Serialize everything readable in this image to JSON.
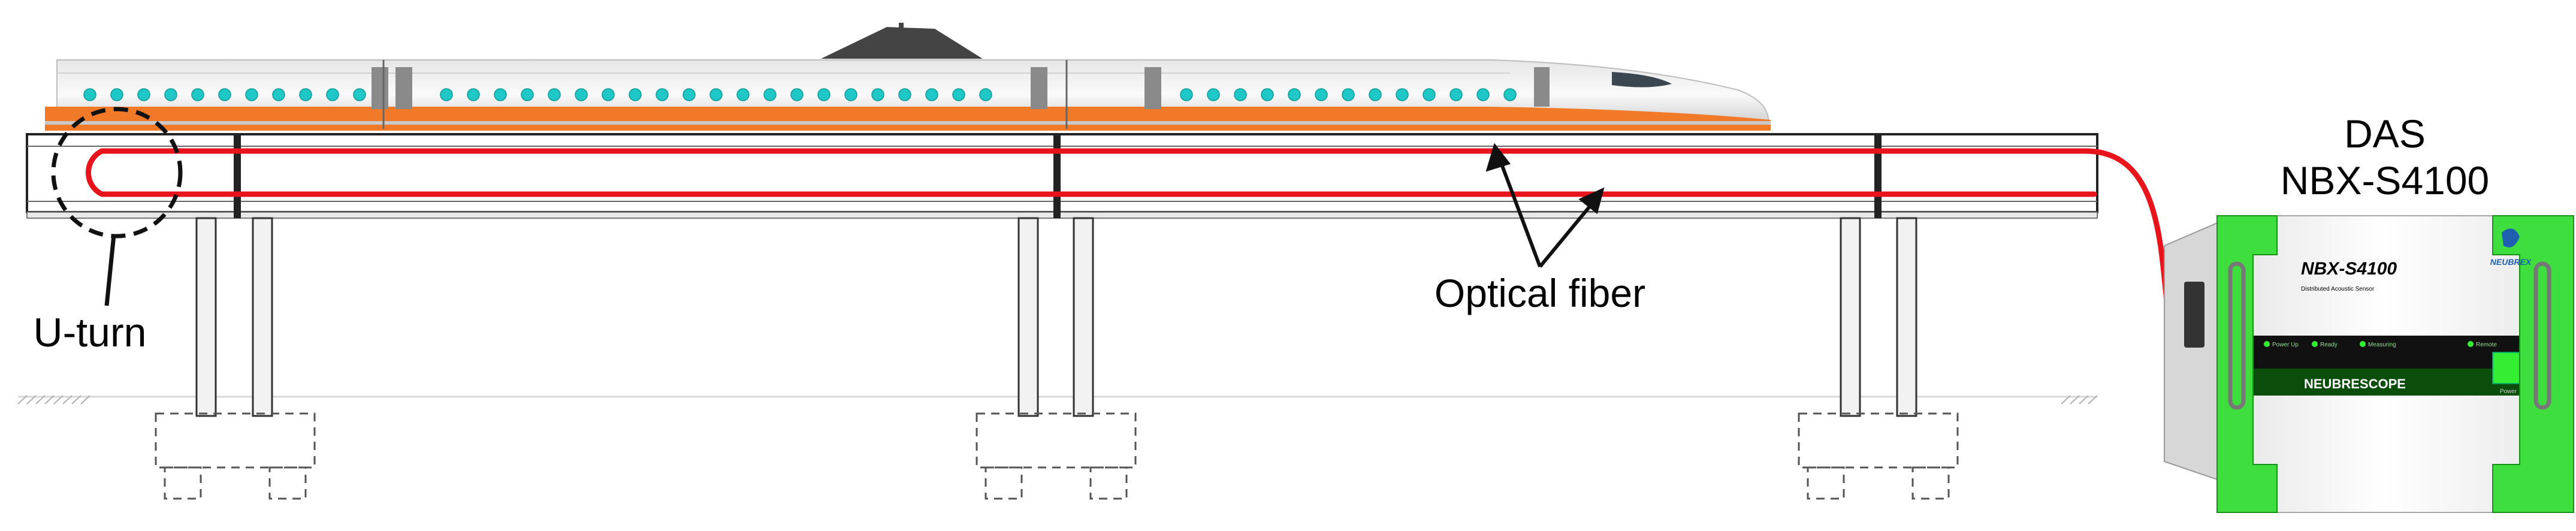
{
  "labels": {
    "uturn": "U-turn",
    "optical_fiber": "Optical fiber",
    "das_line1": "DAS",
    "das_line2": "NBX-S4100"
  },
  "device": {
    "model": "NBX-S4100",
    "subtitle": "Distributed Acoustic Sensor",
    "brand": "NEUBREX",
    "product_line": "NEUBRESCOPE",
    "indicators": [
      "Power Up",
      "Ready",
      "Measuring",
      "Remote"
    ],
    "power_label": "Power"
  },
  "colors": {
    "fiber": "#e8141c",
    "device_frame": "#3dde3d",
    "device_panel": "#111111",
    "train_stripe": "#f07a28",
    "train_window": "#1fc7c7"
  }
}
